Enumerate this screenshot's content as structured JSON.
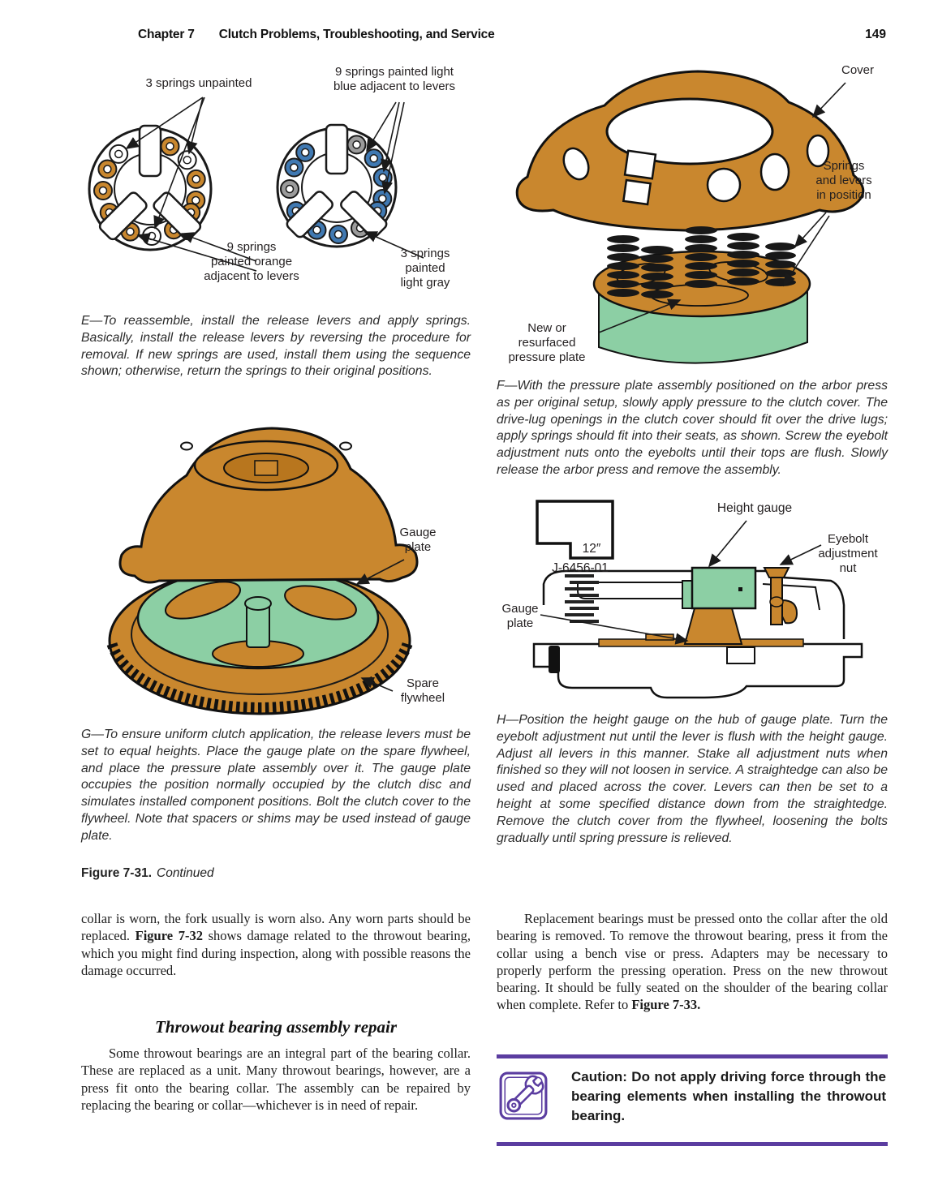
{
  "header": {
    "chapter": "Chapter 7",
    "title": "Clutch Problems, Troubleshooting, and Service",
    "page_number": "149"
  },
  "colors": {
    "illustration_orange": "#c9872e",
    "illustration_green": "#8ccfa4",
    "spring_blue": "#4079b2",
    "spring_gray": "#9b9b9b",
    "caution_purple": "#5b3da0"
  },
  "left_column": {
    "figure_springs": {
      "label_unpainted": "3 springs unpainted",
      "label_light_blue": "9 springs painted light\nblue adjacent to levers",
      "label_orange": "9 springs\npainted orange\nadjacent to levers",
      "label_light_gray": "3 springs\npainted\nlight gray"
    },
    "caption_e": "E—To reassemble, install the release levers and apply springs. Basically, install the release levers by reversing the procedure for removal. If new springs are used, install them using the sequence shown; otherwise, return the springs to their original positions.",
    "figure_flywheel": {
      "label_gauge_plate": "Gauge\nplate",
      "label_spare_flywheel": "Spare\nflywheel"
    },
    "caption_g": "G—To ensure uniform clutch application, the release levers must be set to equal heights. Place the gauge plate on the spare flywheel, and place the pressure plate assembly over it. The gauge plate occupies the position normally occupied by the clutch disc and simulates installed component positions. Bolt the clutch cover to the flywheel. Note that spacers or shims may be used instead of gauge plate.",
    "figure_31_caption": {
      "figure_label": "Figure 7-31.",
      "continued": "Continued"
    },
    "para_collar": {
      "pre": "collar is worn, the fork usually is worn also. Any worn parts should be replaced. ",
      "bold": "Figure 7-32",
      "post": " shows damage related to the throwout bearing, which you might find during inspection, along with possible reasons the damage occurred."
    },
    "section_heading": "Throwout bearing assembly repair",
    "para_some": "Some throwout bearings are an integral part of the bearing collar. These are replaced as a unit. Many throwout bearings, however, are a press fit onto the bearing collar. The assembly can be repaired by replacing the bearing or collar—whichever is in need of repair."
  },
  "right_column": {
    "figure_cover": {
      "label_cover": "Cover",
      "label_springs": "Springs\nand levers\nin position",
      "label_pressure_plate": "New or\nresurfaced\npressure plate"
    },
    "caption_f": "F—With the pressure plate assembly positioned on the arbor press as per original setup, slowly apply pressure to the clutch cover. The drive-lug openings in the clutch cover should fit over the drive lugs; apply springs should fit into their seats, as shown. Screw the eyebolt adjustment nuts onto the eyebolts until their tops are flush. Slowly release the arbor press and remove the assembly.",
    "figure_gauge": {
      "label_height_gauge": "Height gauge",
      "gauge_size": "12″",
      "tool_number": "J-6456-01",
      "label_eyebolt": "Eyebolt\nadjustment\nnut",
      "label_gauge_plate": "Gauge\nplate"
    },
    "caption_h": "H—Position the height gauge on the hub of gauge plate. Turn the eyebolt adjustment nut until the lever is flush with the height gauge. Adjust all levers in this manner. Stake all adjustment nuts when finished so they will not loosen in service. A straightedge can also be used and placed across the cover. Levers can then be set to a height at some specified distance down from the straightedge. Remove the clutch cover from the flywheel, loosening the bolts gradually until spring pressure is relieved.",
    "para_replacement": {
      "pre": "Replacement bearings must be pressed onto the collar after the old bearing is removed. To remove the throwout bearing, press it from the collar using a bench vise or press. Adapters may be necessary to properly perform the pressing operation. Press on the new throwout bearing. It should be fully seated on the shoulder of the bearing collar when complete. Refer to ",
      "bold": "Figure 7-33."
    },
    "caution": {
      "icon": "wrench-icon",
      "text": "Caution: Do not apply driving force through the bearing elements when installing the throwout bearing."
    }
  }
}
